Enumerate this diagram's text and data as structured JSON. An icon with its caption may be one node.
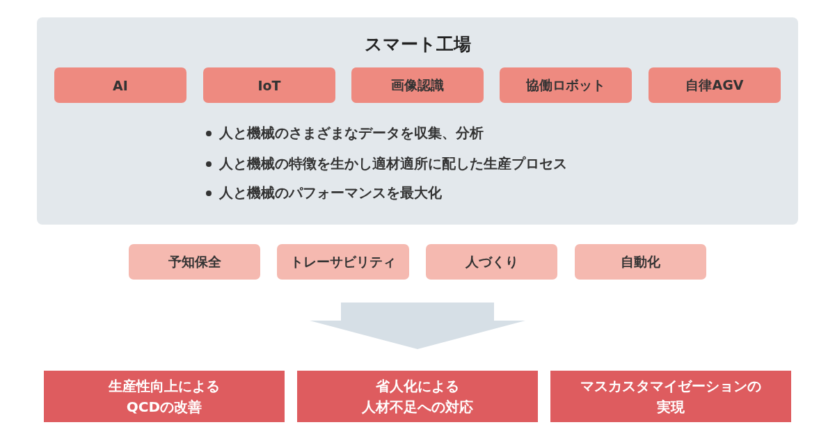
{
  "diagram": {
    "nodes": [
      {
        "text": [
          "スマート工場",
          "人と機械のさまざまなデータを収集、分析",
          "人と機械の特徴を生かし適材適所に配した生産プロセス",
          "人と機械のパフォーマンスを最大化"
        ]
      },
      {
        "text": [
          "AI"
        ],
        "in": 0
      },
      {
        "text": [
          "IoT"
        ],
        "in": 0
      },
      {
        "text": [
          "画像認識"
        ],
        "in": 0
      },
      {
        "text": [
          "協働ロボット"
        ],
        "in": 0
      },
      {
        "text": [
          "自律AGV"
        ],
        "in": 0
      },
      {
        "text": [
          "予知保全"
        ]
      },
      {
        "text": [
          "トレーサビリティ"
        ]
      },
      {
        "text": [
          "人づくり"
        ]
      },
      {
        "text": [
          "自動化"
        ]
      },
      {
        "text": [
          "生産性向上によるQCDの改善"
        ]
      },
      {
        "text": [
          "省人化による人材不足への対応"
        ]
      },
      {
        "text": [
          "マスカスタマイゼーションの実現"
        ]
      }
    ],
    "edges": [
      {
        "from": null,
        "to": 11,
        "arrow": "to"
      }
    ]
  }
}
